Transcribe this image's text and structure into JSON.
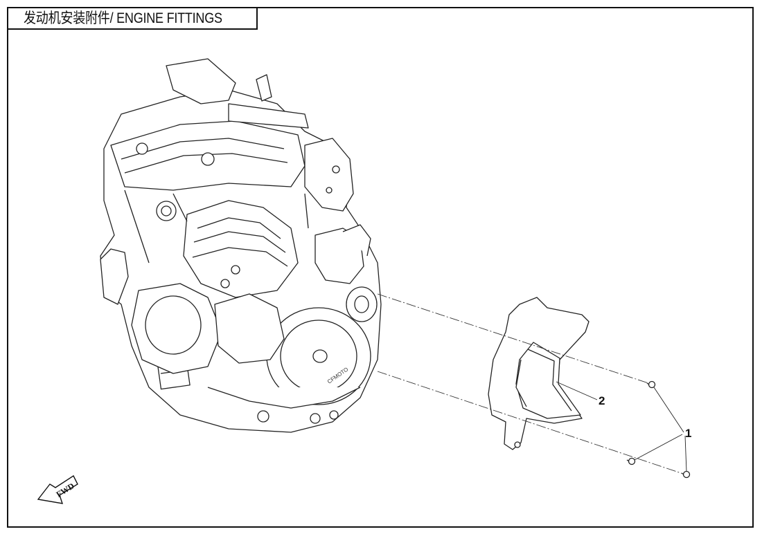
{
  "title": "发动机安装附件/ ENGINE FITTINGS",
  "direction_indicator": {
    "label": "FWD",
    "icon": "forward-arrow-icon"
  },
  "callouts": [
    {
      "number": "1",
      "part": "bolt"
    },
    {
      "number": "2",
      "part": "sprocket-cover"
    }
  ],
  "engine_logo_text": "CFMOTO"
}
